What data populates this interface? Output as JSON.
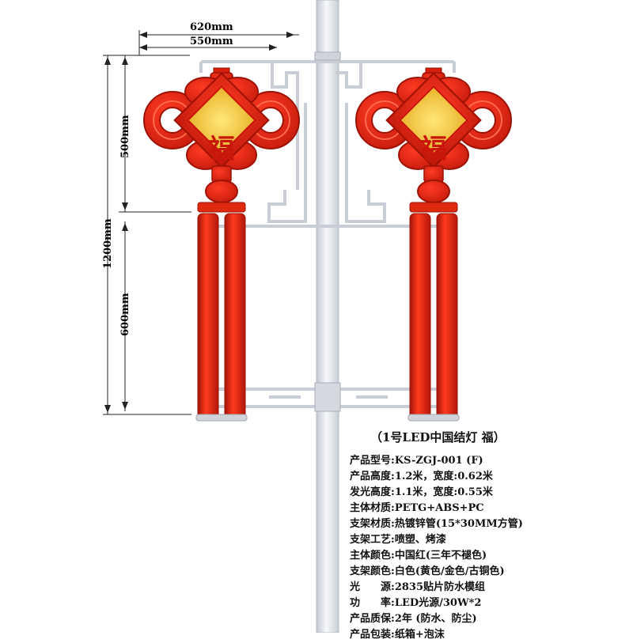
{
  "dimensions": {
    "width_outer": "620mm",
    "width_inner": "550mm",
    "height_total": "1200mm",
    "height_knot": "500mm",
    "height_tassel": "600mm"
  },
  "knot_character": "福",
  "colors": {
    "knot_red": "#d8200c",
    "knot_dark": "#9e1206",
    "highlight": "#ff6a4a",
    "diamond_gold": "#f3cf3a",
    "character_red": "#c8170a",
    "pole": "#e4e7ec",
    "frame": "#c9ced6"
  },
  "title": "（1号LED中国结灯 福）",
  "specs": [
    {
      "label": "产品型号:",
      "value": "KS-ZGJ-001 (F)"
    },
    {
      "label": "产品高度:",
      "value": "1.2米，宽度:0.62米"
    },
    {
      "label": "发光高度:",
      "value": "1.1米，宽度:0.55米"
    },
    {
      "label": "主体材质:",
      "value": "PETG+ABS+PC"
    },
    {
      "label": "支架材质:",
      "value": "热镀锌管(15*30MM方管)"
    },
    {
      "label": "支架工艺:",
      "value": "喷塑、烤漆"
    },
    {
      "label": "主体颜色:",
      "value": "中国红(三年不褪色)"
    },
    {
      "label": "支架颜色:",
      "value": "白色(黄色/金色/古铜色)"
    },
    {
      "label": "光　　源:",
      "value": "2835贴片防水模组"
    },
    {
      "label": "功　　率:",
      "value": "LED光源/30W*2"
    },
    {
      "label": "产品质保:",
      "value": "2年 (防水、防尘)"
    },
    {
      "label": "产品包装:",
      "value": "纸箱+泡沫"
    }
  ]
}
